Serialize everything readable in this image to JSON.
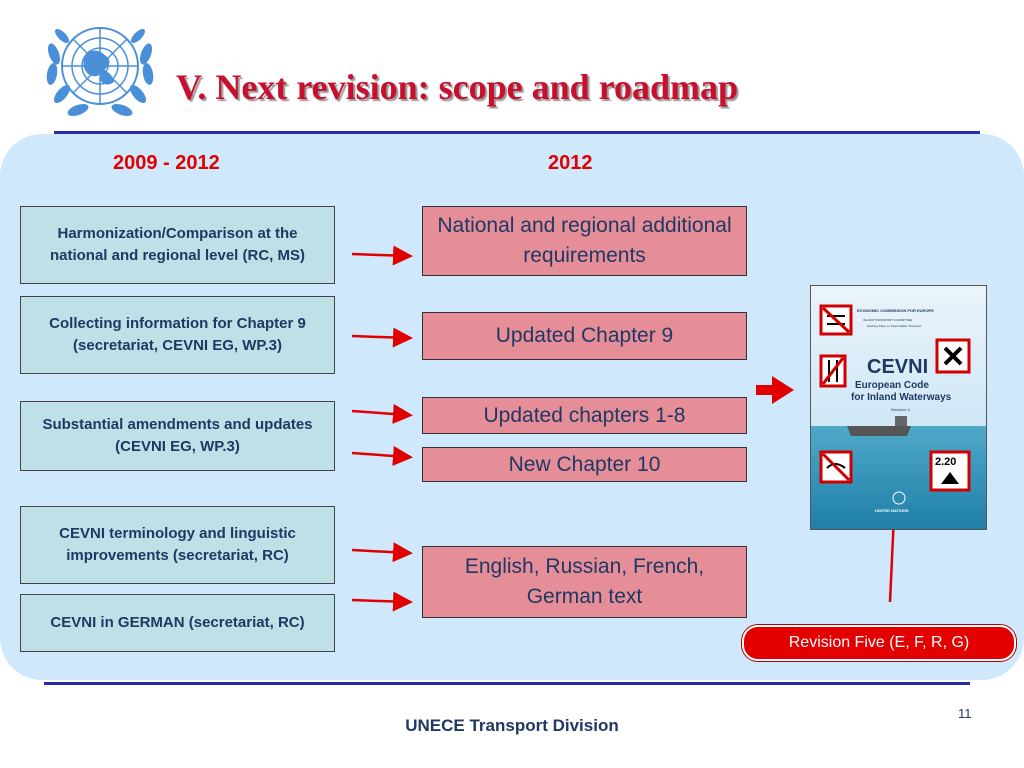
{
  "slide": {
    "title": "V. Next revision: scope and roadmap",
    "page_number": "11",
    "footer": "UNECE Transport Division"
  },
  "columns": {
    "left_heading": "2009 - 2012",
    "right_heading": "2012"
  },
  "left_boxes": [
    {
      "text": "Harmonization/Comparison at the national and regional level (RC, MS)"
    },
    {
      "text": "Collecting information for Chapter 9 (secretariat, CEVNI EG, WP.3)"
    },
    {
      "text": "Substantial amendments and updates (CEVNI EG, WP.3)"
    },
    {
      "text": "CEVNI terminology and linguistic improvements (secretariat, RC)"
    },
    {
      "text": "CEVNI in GERMAN (secretariat, RC)"
    }
  ],
  "right_boxes": [
    {
      "text": "National and regional additional requirements"
    },
    {
      "text": "Updated Chapter 9"
    },
    {
      "text": "Updated chapters 1-8"
    },
    {
      "text": "New Chapter 10"
    },
    {
      "text": "English, Russian, French, German text"
    }
  ],
  "book_cover": {
    "commission": "ECONOMIC COMMISSION FOR EUROPE",
    "committee": "INLAND TRANSPORT COMMITTEE",
    "working_party": "Working Party on Inland Water Transport",
    "title": "CEVNI",
    "subtitle_1": "European Code",
    "subtitle_2": "for Inland Waterways",
    "revision": "Revision 4",
    "sign_value": "2.20",
    "publisher": "UNITED NATIONS"
  },
  "revision_badge": "Revision Five (E, F, R, G)",
  "colors": {
    "title": "#c8102e",
    "rule": "#2a2ab0",
    "panel": "#cfe8fb",
    "left_box": "#bfe0e6",
    "right_box": "#e58e98",
    "arrow": "#e00000",
    "text_navy": "#1f3864"
  },
  "icons": [
    "un-emblem-icon",
    "arrow-right-icon",
    "thick-arrow-right-icon",
    "arrow-up-icon"
  ]
}
